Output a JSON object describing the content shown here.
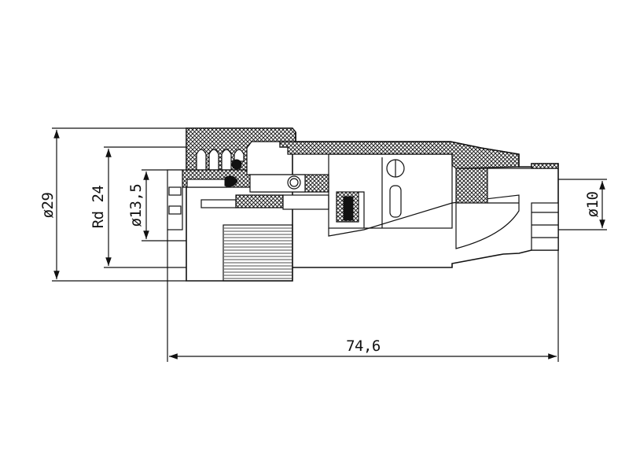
{
  "drawing": {
    "dimensions": {
      "outer_diameter": "ø29",
      "thread": "Rd 24",
      "inner_diameter": "ø13,5",
      "cable_diameter": "ø10",
      "overall_length": "74,6"
    },
    "colors": {
      "line": "#111111",
      "background": "#ffffff"
    }
  }
}
